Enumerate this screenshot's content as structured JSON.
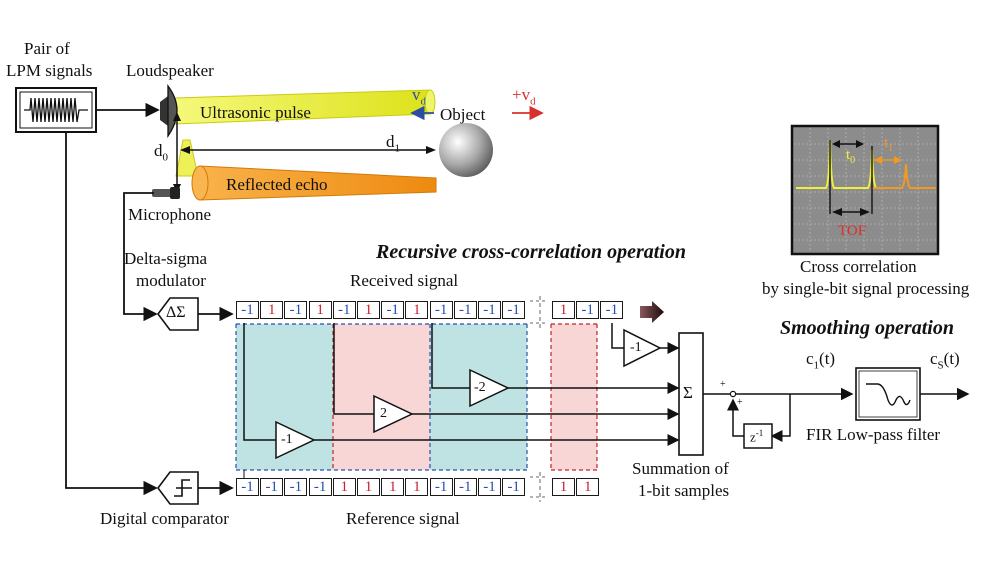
{
  "labels": {
    "pair_of": "Pair of",
    "lpm_signals": "LPM signals",
    "loudspeaker": "Loudspeaker",
    "ultrasonic_pulse": "Ultrasonic pulse",
    "reflected_echo": "Reflected echo",
    "object": "Object",
    "microphone": "Microphone",
    "d0": "d",
    "d0_sub": "0",
    "d1": "d",
    "d1_sub": "1",
    "vd": "v",
    "vd_sub": "d",
    "plus_vd": "+v",
    "plus_vd_sub": "d",
    "delta_sigma_1": "Delta-sigma",
    "delta_sigma_2": "modulator",
    "delta_sigma_symbol": "ΔΣ",
    "digital_comparator": "Digital comparator",
    "recursive_title": "Recursive cross-correlation operation",
    "received_signal": "Received signal",
    "reference_signal": "Reference signal",
    "summation_1": "Summation of",
    "summation_2": "1-bit samples",
    "sigma": "Σ",
    "gain_neg1_top": "-1",
    "gain_neg2": "-2",
    "gain_2": "2",
    "gain_neg1_bottom": "-1",
    "z_inv": "z",
    "z_inv_sup": "-1",
    "plus_top": "+",
    "plus_side": "+",
    "c1t": "c",
    "c1t_sub": "1",
    "c1t_end": "(t)",
    "cst": "c",
    "cst_sub": "S",
    "cst_end": "(t)",
    "fir": "FIR Low-pass filter",
    "smoothing_title": "Smoothing operation",
    "cross_corr_1": "Cross correlation",
    "cross_corr_2": "by single-bit signal processing",
    "t0": "t",
    "t0_sub": "0",
    "t1": "t",
    "t1_sub": "1",
    "tof": "TOF"
  },
  "received_cells": [
    "-1",
    "1",
    "-1",
    "1",
    "-1",
    "1",
    "-1",
    "1",
    "-1",
    "-1",
    "-1",
    "-1"
  ],
  "received_tail_cells": [
    "1",
    "-1",
    "-1"
  ],
  "reference_cells": [
    "-1",
    "-1",
    "-1",
    "-1",
    "1",
    "1",
    "1",
    "1",
    "-1",
    "-1",
    "-1",
    "-1"
  ],
  "reference_tail_cells": [
    "1",
    "1"
  ],
  "colors": {
    "negative_bit": "#2a4fb0",
    "positive_bit": "#c8232b",
    "teal_window": "#bfe3e3",
    "pink_window": "#f8d6d6",
    "pulse_yellow": "#e8ee3a",
    "echo_orange": "#f29a1e",
    "scope_bg": "#8c8c8c",
    "velocity_red": "#d9302b",
    "velocity_blue": "#2b4fa0"
  }
}
